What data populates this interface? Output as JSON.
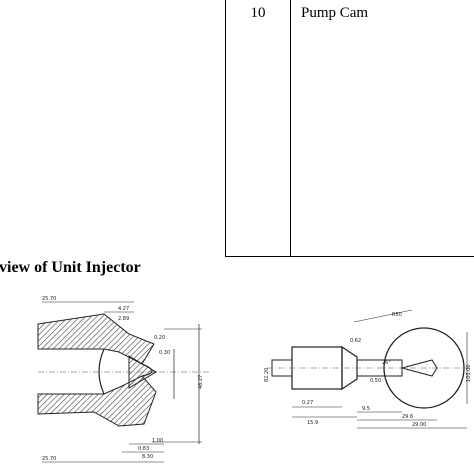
{
  "table": {
    "row": {
      "number": "10",
      "name": "Pump Cam"
    }
  },
  "section_heading": "view of Unit Injector",
  "left_drawing": {
    "dims": {
      "top_left": "25.70",
      "d1": "4.27",
      "d2": "2.89",
      "r1": "0.20",
      "bottom_left": "25.70",
      "b1": "1.00",
      "b2": "8.30",
      "b3": "0.83",
      "right_v": "46.27",
      "r_small": "0.30"
    }
  },
  "right_drawing": {
    "dims": {
      "top": "R50",
      "side_left": "82.20",
      "w1": "0.27",
      "w2": "15.9",
      "w3": "9.5",
      "w4": "29.6",
      "w5": "29.00",
      "angle": "26°",
      "right_v": "100.00",
      "d_mid": "0.50",
      "note": "0.62"
    }
  }
}
